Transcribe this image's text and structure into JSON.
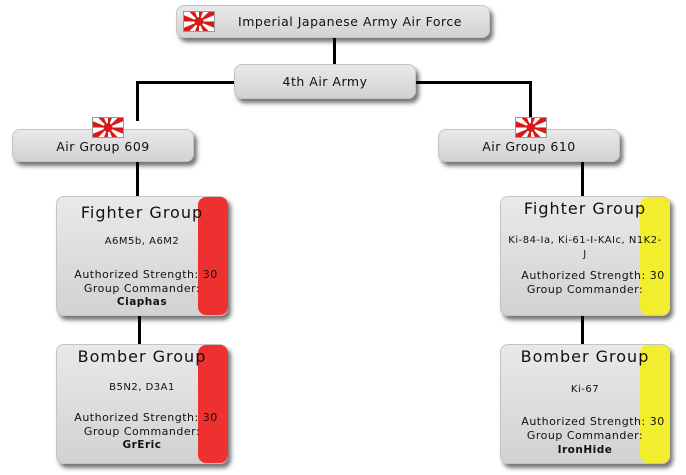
{
  "colors": {
    "red_stripe": "#ee3030",
    "yellow_stripe": "#f2ee2e",
    "flag_red": "#d61919"
  },
  "root": {
    "label": "Imperial Japanese Army Air Force",
    "icon": "rising-sun-flag-icon"
  },
  "army": {
    "label": "4th Air Army"
  },
  "groups": [
    {
      "label": "Air Group 609",
      "icon": "rising-sun-flag-icon",
      "fighter": {
        "title": "Fighter Group",
        "aircraft": "A6M5b, A6M2",
        "strength_label": "Authorized Strength:",
        "strength": "30",
        "commander_label": "Group Commander:",
        "commander": "Ciaphas"
      },
      "bomber": {
        "title": "Bomber Group",
        "aircraft": "B5N2, D3A1",
        "strength_label": "Authorized Strength:",
        "strength": "30",
        "commander_label": "Group Commander:",
        "commander": "GrEric"
      }
    },
    {
      "label": "Air Group 610",
      "icon": "rising-sun-flag-icon",
      "fighter": {
        "title": "Fighter Group",
        "aircraft": "Ki-84-Ia, Ki-61-I-KAIc, N1K2-J",
        "strength_label": "Authorized Strength:",
        "strength": "30",
        "commander_label": "Group Commander:",
        "commander": ""
      },
      "bomber": {
        "title": "Bomber Group",
        "aircraft": "Ki-67",
        "strength_label": "Authorized Strength:",
        "strength": "30",
        "commander_label": "Group Commander:",
        "commander": "IronHide"
      }
    }
  ]
}
